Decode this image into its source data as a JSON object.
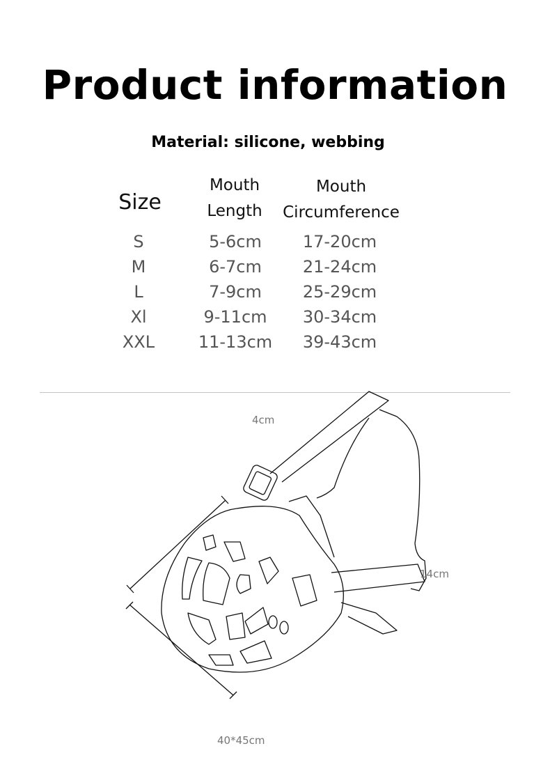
{
  "title": "Product information",
  "material": "Material: silicone, webbing",
  "table": {
    "headers": {
      "size": "Size",
      "mouth_length_1": "Mouth",
      "mouth_length_2": "Length",
      "mouth_circ_1": "Mouth",
      "mouth_circ_2": "Circumference"
    },
    "rows": [
      {
        "size": "S",
        "length": "5-6cm",
        "circumference": "17-20cm"
      },
      {
        "size": "M",
        "length": "6-7cm",
        "circumference": "21-24cm"
      },
      {
        "size": "L",
        "length": "7-9cm",
        "circumference": "25-29cm"
      },
      {
        "size": "Xl",
        "length": "9-11cm",
        "circumference": "30-34cm"
      },
      {
        "size": "XXL",
        "length": "11-13cm",
        "circumference": "39-43cm"
      }
    ]
  },
  "diagram": {
    "strap_width": "4cm",
    "height": "14cm",
    "strap_length": "40*45cm"
  }
}
